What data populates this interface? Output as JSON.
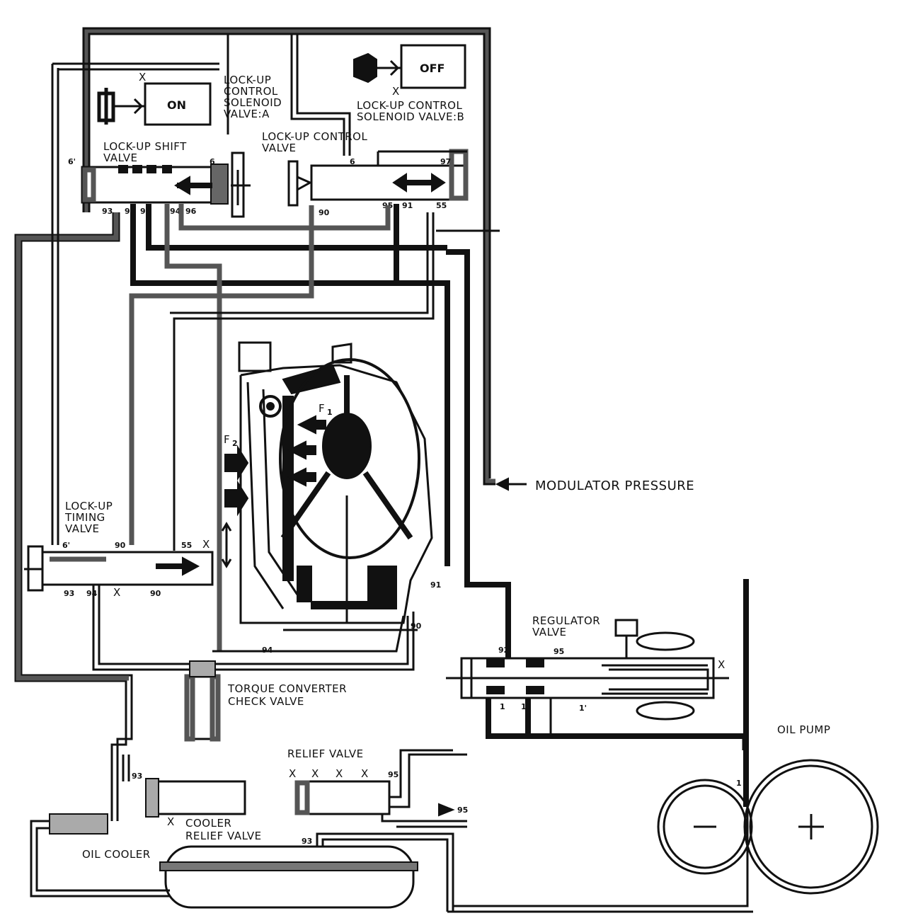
{
  "labels": {
    "lockup_shift_valve": [
      "LOCK-UP SHIFT",
      "VALVE"
    ],
    "lockup_control_solenoid_a": [
      "LOCK-UP",
      "CONTROL",
      "SOLENOID",
      "VALVE:A"
    ],
    "lockup_control_solenoid_b": [
      "LOCK-UP CONTROL",
      "SOLENOID VALVE:B"
    ],
    "lockup_control_valve": [
      "LOCK-UP CONTROL",
      "VALVE"
    ],
    "lockup_timing_valve": [
      "LOCK-UP",
      "TIMING",
      "VALVE"
    ],
    "modulator_pressure": "MODULATOR PRESSURE",
    "regulator_valve": [
      "REGULATOR",
      "VALVE"
    ],
    "torque_converter_check_valve": [
      "TORQUE CONVERTER",
      "CHECK VALVE"
    ],
    "relief_valve": "RELIEF VALVE",
    "cooler_relief_valve": [
      "COOLER",
      "RELIEF VALVE"
    ],
    "oil_cooler": "OIL COOLER",
    "oil_pump": "OIL PUMP",
    "f1": "F",
    "f1_sub": "1",
    "f2": "F",
    "f2_sub": "2"
  },
  "solenoids": {
    "a_state": "ON",
    "b_state": "OFF"
  },
  "port_marks": {
    "x": "X",
    "shift_6p": "6'",
    "shift_6": "6",
    "shift_93": "93",
    "shift_97": "97",
    "shift_92": "92",
    "shift_94": "94",
    "shift_96": "96",
    "ctrl_6": "6",
    "ctrl_97": "97",
    "ctrl_90": "90",
    "ctrl_95": "95",
    "ctrl_91": "91",
    "ctrl_55": "55",
    "timing_6p": "6'",
    "timing_90a": "90",
    "timing_55": "55",
    "timing_93": "93",
    "timing_94": "94",
    "timing_90b": "90",
    "conv_91": "91",
    "conv_90": "90",
    "conv_94": "94",
    "reg_92": "92",
    "reg_95": "95",
    "reg_1a": "1",
    "reg_1b": "1",
    "reg_1p": "1'",
    "relief_95": "95",
    "out_95": "95",
    "cooler_93": "93",
    "cooler_93b": "93",
    "pump_1": "1"
  }
}
